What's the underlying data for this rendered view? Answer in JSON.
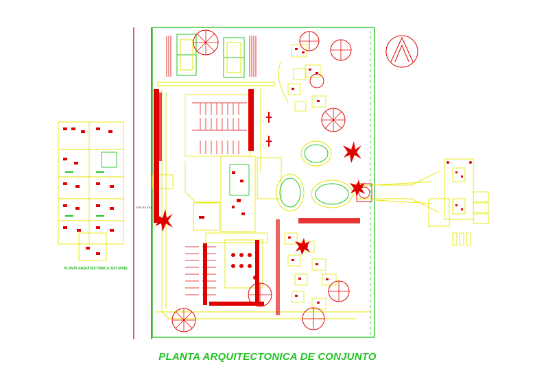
{
  "drawing": {
    "main_title": "PLANTA ARQUITECTONICA DE CONJUNTO",
    "secondary_title": "PLANTA ARQUITECTONICA 2DO NIVEL",
    "side_label": "EJE\nVIA XXX"
  },
  "palette": {
    "background": "#ffffff",
    "site_boundary": "#22c322",
    "walls": "#e6e600",
    "furniture": "#e00000",
    "trees": "#e00000",
    "title": "#22c322",
    "axis_lines": "#cc0000"
  },
  "icons": {
    "north_arrow": "north-arrow-icon",
    "tree": "tree-symbol-icon",
    "parking": "parking-stall-icon"
  }
}
